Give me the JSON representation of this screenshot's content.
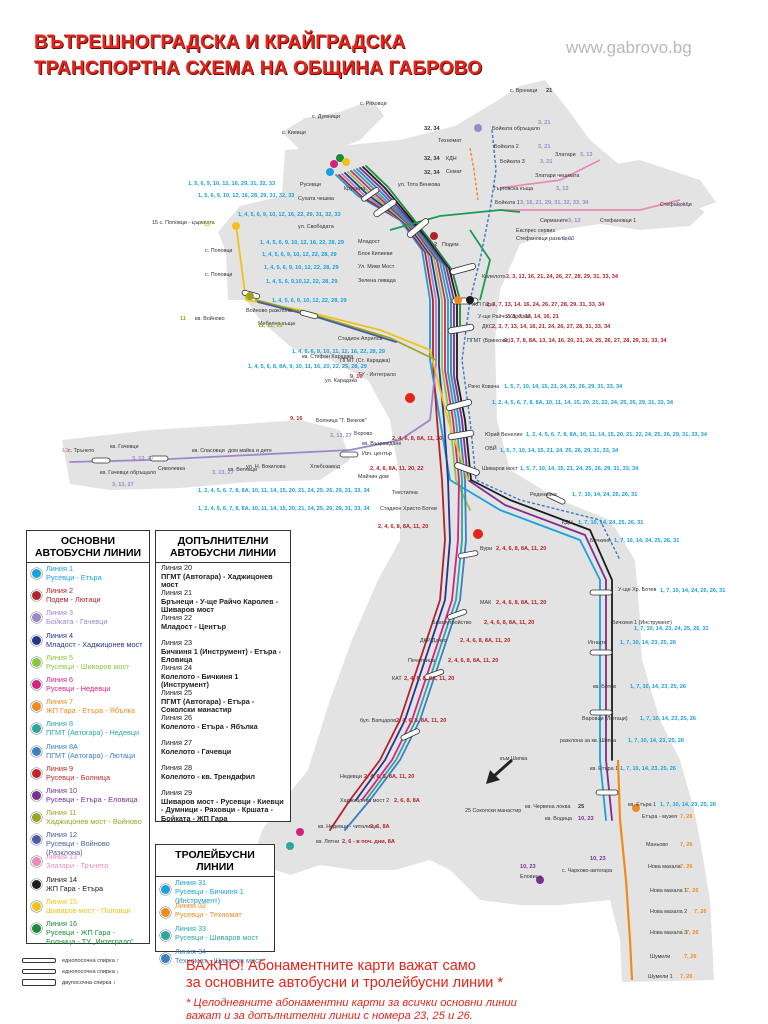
{
  "header": {
    "title_line1": "ВЪТРЕШНОГРАДСКА И КРАЙГРАДСКА",
    "title_line2": "ТРАНСПОРТНА СХЕМА НА ОБЩИНА ГАБРОВО",
    "website": "www.gabrovo.bg"
  },
  "colors": {
    "title": "#e3251b",
    "territory": "#e3e3e3",
    "trolleybus": "#3a78c4",
    "line7_orange": "#f08a1c",
    "road_green": "#1a9b4e"
  },
  "main_lines": {
    "heading": "ОСНОВНИ АВТОБУСНИ ЛИНИИ",
    "items": [
      {
        "num": "1",
        "name": "Линия 1",
        "route": "Русевци - Етъра",
        "color": "#1aa0dc"
      },
      {
        "num": "2",
        "name": "Линия 2",
        "route": "Подем - Лютаци",
        "color": "#b2222a"
      },
      {
        "num": "3",
        "name": "Линия 3",
        "route": "Бойката - Гачевци",
        "color": "#9e87c9"
      },
      {
        "num": "4",
        "name": "Линия 4",
        "route": "Младост - Хаджицонев мост",
        "color": "#25358c"
      },
      {
        "num": "5",
        "name": "Линия 5",
        "route": "Русевци - Шиваров мост",
        "color": "#8cc63f"
      },
      {
        "num": "6",
        "name": "Линия 6",
        "route": "Русевци - Недевци",
        "color": "#d6227f"
      },
      {
        "num": "7",
        "name": "Линия 7",
        "route": "ЖП Гара - Етъра - Ябълка",
        "color": "#f08a1c"
      },
      {
        "num": "8",
        "name": "Линия 8",
        "route": "ПГМТ (Автогара) - Недевци",
        "color": "#2aa7a0"
      },
      {
        "num": "8A",
        "name": "Линия 8А",
        "route": "ПГМТ (Автогара) - Лютаци",
        "color": "#3b7fc4"
      },
      {
        "num": "9",
        "name": "Линия 9",
        "route": "Русевци - Болница",
        "color": "#c1272d"
      },
      {
        "num": "10",
        "name": "Линия 10",
        "route": "Русевци - Етъра - Еловица",
        "color": "#7b2f8e"
      },
      {
        "num": "11",
        "name": "Линия 11",
        "route": "Хаджицонев мост - Войново",
        "color": "#9aa61e"
      },
      {
        "num": "12",
        "name": "Линия 12",
        "route": "Русевци - Войново (Разклона)",
        "color": "#4a5ba8"
      },
      {
        "num": "13",
        "name": "Линия 13",
        "route": "Златари - Трънето",
        "color": "#e98ab8"
      },
      {
        "num": "14",
        "name": "Линия 14",
        "route": "ЖП Гара - Етъра",
        "color": "#1c1c1c"
      },
      {
        "num": "15",
        "name": "Линия 15",
        "route": "Шиваров мост - Поповци",
        "color": "#f1c21b"
      },
      {
        "num": "16",
        "name": "Линия 16",
        "route": "Русевци - ЖП Гара - Болница - ТУ „Интеграло“",
        "color": "#1a8c3c"
      }
    ]
  },
  "additional_lines": {
    "heading": "ДОПЪЛНИТЕЛНИ АВТОБУСНИ ЛИНИИ",
    "items": [
      {
        "name": "Линия 20",
        "route": "ПГМТ (Автогара) - Хаджицонев мост"
      },
      {
        "name": "Линия 21",
        "route": "Брънеци - У-ще Райчо Каролев - Шиваров мост"
      },
      {
        "name": "Линия 22",
        "route": "Младост - Център"
      },
      {
        "name": "Линия 23",
        "route": "Бичкиня 1 (Инструмент) - Етъра - Еловица"
      },
      {
        "name": "Линия 24",
        "route": "Колелото - Бичкиня 1 (Инструмент)"
      },
      {
        "name": "Линия 25",
        "route": "ПГМТ (Автогара) - Етъра - Соколски манастир"
      },
      {
        "name": "Линия 26",
        "route": "Колелото - Етъра - Ябълка"
      },
      {
        "name": "Линия 27",
        "route": "Колелото - Гачевци"
      },
      {
        "name": "Линия 28",
        "route": "Колелото - кв. Трендафил"
      },
      {
        "name": "Линия 29",
        "route": "Шиваров мост - Русевци - Киевци - Думници - Ряховци - Кршата - Бойката - ЖП Гара"
      }
    ]
  },
  "trolleybus_lines": {
    "heading": "ТРОЛЕЙБУСНИ ЛИНИИ",
    "items": [
      {
        "num": "31",
        "name": "Линия 31",
        "route": "Русевци - Бичкиня 1 (Инструмент)",
        "color": "#1aa0dc"
      },
      {
        "num": "32",
        "name": "Линия 32",
        "route": "Русевци - Техномат",
        "color": "#f08a1c"
      },
      {
        "num": "33",
        "name": "Линия 33",
        "route": "Русевци - Шиваров мост",
        "color": "#2aa7a0"
      },
      {
        "num": "34",
        "name": "Линия 34",
        "route": "Техномат - Шиваров мост",
        "color": "#3b7fc4"
      }
    ]
  },
  "stop_legend": [
    {
      "label": "еднопосочна спирка"
    },
    {
      "label": "еднопосочна спирка"
    },
    {
      "label": "двупосочна спирка"
    }
  ],
  "notice": {
    "line1": "ВАЖНО! Абонаментните карти важат само",
    "line2": "за основните автобусни и тролейбусни линии *",
    "footnote1": "* Целодневните абонаментни карти за всички основни линии",
    "footnote2": "важат и за допълнителни линии с номера 23, 25 и 26."
  },
  "map_labels": {
    "places": [
      {
        "id": "ryahovtsi",
        "text": "с. Ряховци"
      },
      {
        "id": "dumnitsi",
        "text": "с. Думници"
      },
      {
        "id": "kievtsi",
        "text": "с. Киевци"
      },
      {
        "id": "rusevtsi",
        "text": "Русевци"
      },
      {
        "id": "sukata",
        "text": "Сухата чешма"
      },
      {
        "id": "krushata",
        "text": "Крушата"
      },
      {
        "id": "tonka",
        "text": "ул. Тота Венкова"
      },
      {
        "id": "popovtsi",
        "text": "15 с. Поповци - църквата"
      },
      {
        "id": "popovtsi2",
        "text": "с. Поповци"
      },
      {
        "id": "popovtsi3",
        "text": "с. Поповци"
      },
      {
        "id": "voynovo",
        "text": "кв. Войново"
      },
      {
        "id": "voynovo_razkl",
        "text": "Войново разклона"
      },
      {
        "id": "mebelna",
        "text": "Мебелна къща"
      },
      {
        "id": "stadion",
        "text": "Стадион Априлов"
      },
      {
        "id": "svobodata",
        "text": "ул. Свободата"
      },
      {
        "id": "mladost",
        "text": "Младост"
      },
      {
        "id": "blok",
        "text": "Блок Кипиеви"
      },
      {
        "id": "miki",
        "text": "Ул. Мики Мост"
      },
      {
        "id": "zelena",
        "text": "Зелена ливада"
      },
      {
        "id": "kv_stefan",
        "text": "кв. Стефан Караджа"
      },
      {
        "id": "karadzha",
        "text": "ул. Карадзка"
      },
      {
        "id": "pgmt",
        "text": "ПГМТ (Ст. Караджа)"
      },
      {
        "id": "tu",
        "text": "ТУ - Интеграло"
      },
      {
        "id": "bolnitsa",
        "text": "Болница \"Т. Венков\""
      },
      {
        "id": "brnitsi",
        "text": "с. Врнници"
      },
      {
        "id": "boykata_obr",
        "text": "Бойката обръщало"
      },
      {
        "id": "boykata3",
        "text": "Бойката 3"
      },
      {
        "id": "boykata2",
        "text": "Бойката 2"
      },
      {
        "id": "tehnomat",
        "text": "Техномат"
      },
      {
        "id": "kdn",
        "text": "КДН"
      },
      {
        "id": "semat",
        "text": "Семат"
      },
      {
        "id": "targovska",
        "text": "Търговска къща"
      },
      {
        "id": "boykata1",
        "text": "Бойката 1"
      },
      {
        "id": "zlatari",
        "text": "Златари"
      },
      {
        "id": "zlatari_ch",
        "text": "Златари чешмата"
      },
      {
        "id": "sirmanite",
        "text": "Сирманите"
      },
      {
        "id": "stefanovtsi",
        "text": "Стефановци"
      },
      {
        "id": "stefanovtsi1",
        "text": "Стефановци 1"
      },
      {
        "id": "stef_razkl",
        "text": "Стефановци разклона"
      },
      {
        "id": "ekspres",
        "text": "Експрес сервиз"
      },
      {
        "id": "podem",
        "text": "Подем"
      },
      {
        "id": "kolelo",
        "text": "Колелото"
      },
      {
        "id": "zhp",
        "text": "ЖП Гара"
      },
      {
        "id": "raycho",
        "text": "У-ще Райчо Каролев"
      },
      {
        "id": "dks",
        "text": "ДКС"
      },
      {
        "id": "pgmt_b",
        "text": "ПГМТ (Бринкови)"
      },
      {
        "id": "raycho_k",
        "text": "Рачо Ковача"
      },
      {
        "id": "trnito",
        "text": "с. Трънето"
      },
      {
        "id": "gachevtsi",
        "text": "кв. Гачевци"
      },
      {
        "id": "gach_obr",
        "text": "кв. Гачевци обръщало"
      },
      {
        "id": "sivilevo",
        "text": "Сиволевка"
      },
      {
        "id": "spasovtsi",
        "text": "кв. Спасовци"
      },
      {
        "id": "vetevtsi",
        "text": "кв. Ветевци"
      },
      {
        "id": "dom",
        "text": "дом майка и дете"
      },
      {
        "id": "voennoto",
        "text": "ул. Н. Вокилова"
      },
      {
        "id": "hlebozavod",
        "text": "Хлебозавод"
      },
      {
        "id": "borovo",
        "text": "Борово"
      },
      {
        "id": "vazr",
        "text": "кв. Възраждане"
      },
      {
        "id": "izch",
        "text": "Изч. център"
      },
      {
        "id": "maicha",
        "text": "Майчин дом"
      },
      {
        "id": "tekstilna",
        "text": "Текстилна"
      },
      {
        "id": "stadion2",
        "text": "Стадион Христо Ботев"
      },
      {
        "id": "yuriy",
        "text": "Юрий Венелин"
      },
      {
        "id": "ovi",
        "text": "ОВЙ"
      },
      {
        "id": "shivarov",
        "text": "Шиваров мост"
      },
      {
        "id": "redenivka",
        "text": "Реденивка"
      },
      {
        "id": "kdn2",
        "text": "КДН"
      },
      {
        "id": "bichkinya",
        "text": "Бичкиня"
      },
      {
        "id": "bichkinya1",
        "text": "Бичкиня 1 (Инструмент)"
      },
      {
        "id": "ushte",
        "text": "У-ще Хр. Ботев"
      },
      {
        "id": "igrishte",
        "text": "Игнщте"
      },
      {
        "id": "vurtsi",
        "text": "Вури"
      },
      {
        "id": "mak",
        "text": "МАК"
      },
      {
        "id": "blagor",
        "text": "Благоутройство"
      },
      {
        "id": "vtori",
        "text": "ДКР Дачко"
      },
      {
        "id": "pechatnitsa",
        "text": "Печатница"
      },
      {
        "id": "kat",
        "text": "КАТ"
      },
      {
        "id": "vaptsarov",
        "text": "бул. Вапцаров"
      },
      {
        "id": "botev",
        "text": "кв. Бoтев"
      },
      {
        "id": "varsovo",
        "text": "Варовци (Лютаци)"
      },
      {
        "id": "shipka",
        "text": "разклона за кв. Шипка"
      },
      {
        "id": "etar1",
        "text": "кв. Етъра 1"
      },
      {
        "id": "nedevtsi",
        "text": "Недевци"
      },
      {
        "id": "hadzhi",
        "text": "Хаджицонев мост 2"
      },
      {
        "id": "nedevtsi_ch",
        "text": "кв. Недевци - читалище"
      },
      {
        "id": "letni",
        "text": "кв. Лятни"
      },
      {
        "id": "kam_shipka",
        "text": "към Шипка"
      },
      {
        "id": "sokolski",
        "text": "25 Соколски манастир"
      },
      {
        "id": "chervena",
        "text": "кв. Червена локва"
      },
      {
        "id": "voditsa",
        "text": "кв. Водица"
      },
      {
        "id": "chardokl",
        "text": "с. Чарково-автогара"
      },
      {
        "id": "elovitsa",
        "text": "Еловица"
      },
      {
        "id": "etar_b",
        "text": "кв. Етъра 1"
      },
      {
        "id": "etar_muz",
        "text": "Етъра - музея"
      },
      {
        "id": "mankovo",
        "text": "Маньово"
      },
      {
        "id": "novhori",
        "text": "Нова махала"
      },
      {
        "id": "nova1",
        "text": "Нова махала 1"
      },
      {
        "id": "nova2",
        "text": "Нова махала 2"
      },
      {
        "id": "nova3",
        "text": "Нова махала 3"
      },
      {
        "id": "shumeli",
        "text": "Шумели"
      },
      {
        "id": "shumeli1",
        "text": "Шумели 1"
      }
    ],
    "stop_lines": [
      {
        "id": "rus_l",
        "text": "1, 5, 6, 9, 10, 12, 16, 29, 31, 32, 33"
      },
      {
        "id": "sukh_l",
        "text": "1, 5, 6, 9, 10, 12, 16, 28, 29, 31, 32, 33"
      },
      {
        "id": "top_l",
        "text": "1, 4, 5, 6, 9, 10, 12, 16, 22, 29, 31, 32, 33"
      },
      {
        "id": "svob_l",
        "text": "1, 4, 5, 6, 9, 10, 12, 16, 22, 28, 29"
      },
      {
        "id": "blok_l",
        "text": "1, 4, 5, 6, 9, 10, 12, 22, 28, 29"
      },
      {
        "id": "miki_l",
        "text": "1, 4, 5, 6, 9, 10, 12, 22, 28, 29"
      },
      {
        "id": "zel_l",
        "text": "1, 4, 5, 6, 9,10,12, 22, 28, 29"
      },
      {
        "id": "stad_l",
        "text": "1, 4, 5, 6, 9, 10, 12, 22, 28, 29"
      },
      {
        "id": "meb_l",
        "text": "11, 12, 15"
      },
      {
        "id": "kar_l",
        "text": "1, 4, 5, 6, 9, 10, 11, 12, 16, 22, 28, 29"
      },
      {
        "id": "pgmt_l",
        "text": "1, 4, 5, 6, 8, 8А, 9, 10, 11, 16, 20, 22, 25, 28, 29"
      },
      {
        "id": "tu_l",
        "text": "9, 16"
      },
      {
        "id": "bol_l",
        "text": "9, 16"
      },
      {
        "id": "kol_l",
        "text": "2, 3, 13, 16, 21, 24, 26, 27, 28, 29, 31, 33, 34"
      },
      {
        "id": "zhp_l",
        "text": "2, 3, 7, 13, 14, 16, 24, 26, 27, 28, 29, 31, 33, 34"
      },
      {
        "id": "ray_l",
        "text": "2, 3, 7, 13, 14, 16, 21"
      },
      {
        "id": "dks_l",
        "text": "2, 3, 7, 13, 14, 16, 21, 24, 26, 27, 28, 31, 33, 34"
      },
      {
        "id": "pgmtb_l",
        "text": "2, 3, 7, 8, 8А, 13, 14, 16, 20, 21, 24, 25, 26, 27, 28, 29, 31, 33, 34"
      },
      {
        "id": "rach_l",
        "text": "1, 5, 7, 10, 14, 15, 21, 24, 25, 26, 29, 31, 33, 34"
      },
      {
        "id": "rach2_l",
        "text": "1, 2, 4, 5, 6, 7, 8, 8А, 10, 11, 14, 15, 20, 21, 22, 24, 25, 26, 29, 31, 33, 34"
      },
      {
        "id": "yur_l",
        "text": "1, 2, 4, 5, 6, 7, 8, 8А, 10, 11, 14, 15, 20, 21, 22, 24, 25, 26, 29, 31, 33, 34"
      },
      {
        "id": "ovi_l",
        "text": "1, 5, 7, 10, 14, 15, 21, 24, 25, 26, 29, 31, 33, 34"
      },
      {
        "id": "shiv_l",
        "text": "1, 5, 7, 10, 14, 15, 21, 24, 25, 26, 29, 31, 33, 34"
      },
      {
        "id": "red_l",
        "text": "1, 7, 10, 14, 24, 25, 26, 31"
      },
      {
        "id": "kdn_l",
        "text": "1, 7, 10, 14, 24, 25, 26, 31"
      },
      {
        "id": "bich_l",
        "text": "1, 7, 10, 14, 24, 25, 26, 31"
      },
      {
        "id": "ush_l",
        "text": "1, 7, 10, 14, 24, 25, 26, 31"
      },
      {
        "id": "bich1_l",
        "text": "1, 7, 10, 14, 23, 24, 25, 26, 31"
      },
      {
        "id": "igr_l",
        "text": "1, 7, 10, 14, 23, 25, 26"
      },
      {
        "id": "bot_l",
        "text": "1, 7, 10, 14, 23, 25, 26"
      },
      {
        "id": "var_l",
        "text": "1, 7, 10, 14, 23, 25, 26"
      },
      {
        "id": "shi_l",
        "text": "1, 7, 10, 14, 23, 25, 26"
      },
      {
        "id": "et1_l",
        "text": "1, 7, 10, 14, 23, 25, 26"
      },
      {
        "id": "etb_l",
        "text": "1, 7, 10, 14, 23, 25, 26"
      },
      {
        "id": "mus_l",
        "text": "7, 26"
      },
      {
        "id": "man_l",
        "text": "7, 26"
      },
      {
        "id": "nov_l",
        "text": "7, 26"
      },
      {
        "id": "nov1_l",
        "text": "7, 26"
      },
      {
        "id": "nov2_l",
        "text": "7, 26"
      },
      {
        "id": "nov3_l",
        "text": "7, 26"
      },
      {
        "id": "shu_l",
        "text": "7, 26"
      },
      {
        "id": "shu1_l",
        "text": "7, 26"
      },
      {
        "id": "vur_l",
        "text": "2, 4, 6, 8, 8А, 11, 20"
      },
      {
        "id": "mak_l",
        "text": "2, 4, 6, 8, 8А, 11, 20"
      },
      {
        "id": "bla_l",
        "text": "2, 4, 6, 8, 8А, 11, 20"
      },
      {
        "id": "dkr_l",
        "text": "2, 4, 6, 8, 8А, 11, 20"
      },
      {
        "id": "pech_l",
        "text": "2, 4, 6, 8, 8А, 11, 20"
      },
      {
        "id": "kat_l",
        "text": "2, 4, 6, 8, 8А, 11, 20"
      },
      {
        "id": "vap_l",
        "text": "2, 4, 6, 8, 8А, 11, 20"
      },
      {
        "id": "ned_l",
        "text": "2, 4, 6, 8, 8А, 11, 20"
      },
      {
        "id": "had_l",
        "text": "2, 6, 8, 8А"
      },
      {
        "id": "nedch_l",
        "text": "2, 6, 8А"
      },
      {
        "id": "let_l",
        "text": "2, 6 - в поч. дни, 8А"
      },
      {
        "id": "tek_l",
        "text": "1, 2, 4, 5, 6, 7, 8, 8А, 10, 11, 14, 15, 20, 21, 24, 25, 26, 29, 31, 33, 34"
      },
      {
        "id": "stad2_l",
        "text": "1, 2, 4, 5, 6, 7, 8, 8А, 10, 11, 14, 15, 20, 21, 24, 25, 26, 29, 31, 33, 34"
      },
      {
        "id": "shiv2_l",
        "text": "2, 4, 6, 8, 8А, 11, 20"
      },
      {
        "id": "maich_l",
        "text": "2, 4, 6, 8А, 11, 20, 22"
      },
      {
        "id": "vazr_l",
        "text": "2, 4, 6, 8, 8А, 11, 20"
      },
      {
        "id": "bor_l",
        "text": "3, 13, 27"
      },
      {
        "id": "gach_l",
        "text": "3, 13, 27"
      },
      {
        "id": "vet_l",
        "text": "3, 13, 27"
      },
      {
        "id": "spa_l",
        "text": "3, 13, 27"
      },
      {
        "id": "trn_l",
        "text": "13"
      },
      {
        "id": "brn_l",
        "text": "21"
      },
      {
        "id": "boy_obr_l",
        "text": "3, 21"
      },
      {
        "id": "boy3_l",
        "text": "3, 21"
      },
      {
        "id": "boy2_l",
        "text": "3, 21"
      },
      {
        "id": "teh_l",
        "text": "32, 34"
      },
      {
        "id": "kdn_top_l",
        "text": "32, 34"
      },
      {
        "id": "sem_l",
        "text": "32, 34"
      },
      {
        "id": "tar_l",
        "text": "3, 13"
      },
      {
        "id": "boy1_l",
        "text": "3, 16, 21, 29, 31, 32, 33, 34"
      },
      {
        "id": "zla_l",
        "text": "3, 13"
      },
      {
        "id": "sir_l",
        "text": "3, 13"
      },
      {
        "id": "stef_l",
        "text": "3, 13"
      },
      {
        "id": "stefr_l",
        "text": "3, 13"
      },
      {
        "id": "pod_l",
        "text": "2"
      },
      {
        "id": "pop_l",
        "text": "15"
      },
      {
        "id": "voy_l",
        "text": "11"
      },
      {
        "id": "chervena_l",
        "text": "25"
      },
      {
        "id": "vod_l",
        "text": "10, 23"
      },
      {
        "id": "elov_l",
        "text": "10, 23"
      },
      {
        "id": "chark_l",
        "text": "10, 23"
      }
    ]
  }
}
